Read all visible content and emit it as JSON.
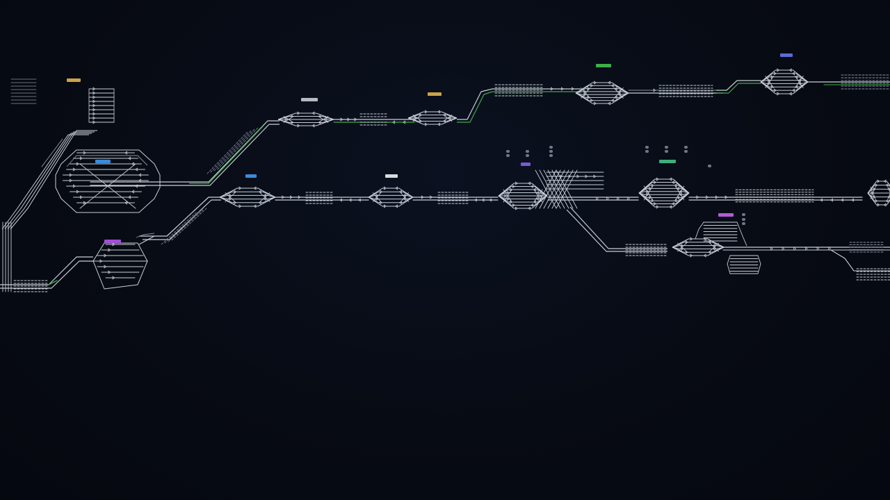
{
  "colors": {
    "background": "#070b14",
    "track": "#c9cfd8",
    "track_dim": "#8a93a3",
    "route_active": "#3fae49",
    "route_set_highlight": "#2f8f3a"
  },
  "station_labels": [
    {
      "id": "lbl-1",
      "color": "#b5b9c2",
      "text": ""
    },
    {
      "id": "lbl-2",
      "color": "#c9a445",
      "text": ""
    },
    {
      "id": "lbl-3",
      "color": "#3fae49",
      "text": ""
    },
    {
      "id": "lbl-4",
      "color": "#5b6bd6",
      "text": ""
    },
    {
      "id": "lbl-5",
      "color": "#3b8bd9",
      "text": ""
    },
    {
      "id": "lbl-6",
      "color": "#d8dbe0",
      "text": ""
    },
    {
      "id": "lbl-7",
      "color": "#7a58d6",
      "text": ""
    },
    {
      "id": "lbl-8",
      "color": "#3fae7a",
      "text": ""
    },
    {
      "id": "lbl-9",
      "color": "#b45bd6",
      "text": ""
    },
    {
      "id": "lbl-10",
      "color": "#a14fd6",
      "text": ""
    },
    {
      "id": "lbl-11",
      "color": "#c9a445",
      "text": ""
    },
    {
      "id": "lbl-12",
      "color": "#3b8bd9",
      "text": ""
    }
  ]
}
